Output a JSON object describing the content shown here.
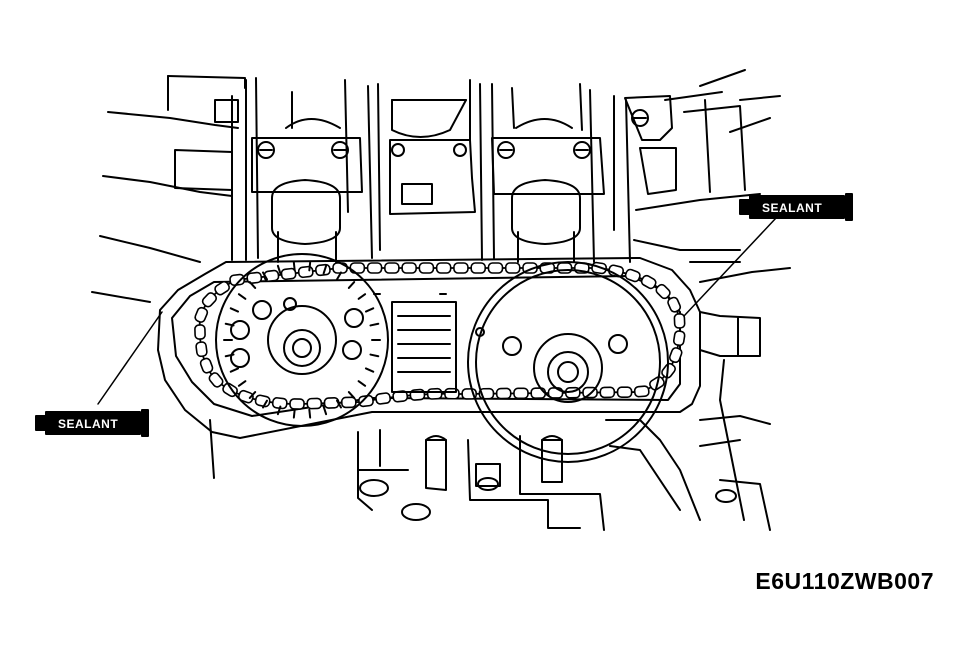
{
  "callouts": {
    "right_label": "SEALANT",
    "left_label": "SEALANT"
  },
  "figure_code": "E6U110ZWB007"
}
